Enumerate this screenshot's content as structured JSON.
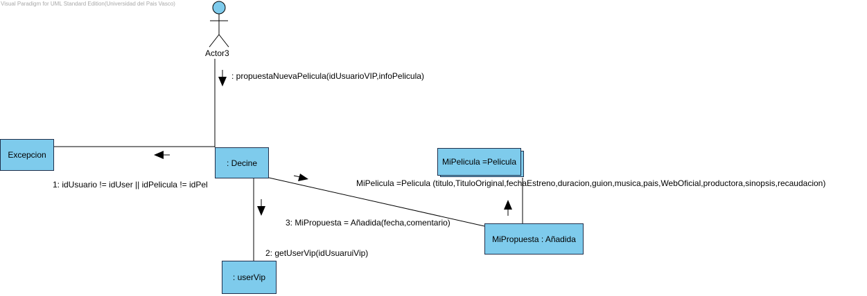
{
  "watermark": "Visual Paradigm for UML Standard Edition(Universidad del Pais Vasco)",
  "colors": {
    "node_fill": "#7ecbec",
    "node_border": "#1e2e4a",
    "actor_fill": "#7ecbec",
    "line": "#000000"
  },
  "actor": {
    "name": "Actor3"
  },
  "objects": {
    "decine": ": Decine",
    "excepcion": "Excepcion",
    "uservip": ": userVip",
    "mipelicula": "MiPelicula =Pelicula",
    "mipropuesta": "MiPropuesta : Añadida"
  },
  "messages": {
    "actor_to_decine": ": propuestaNuevaPelicula(idUsuarioVIP,infoPelicula)",
    "decine_to_excepcion": "1: idUsuario != idUser || idPelicula != idPel",
    "decine_to_uservip": "2: getUserVip(idUsuaruiVip)",
    "decine_to_mipropuesta": "3: MiPropuesta = Añadida(fecha,comentario)",
    "mipropuesta_to_mipelicula": "MiPelicula =Pelicula (titulo,TituloOriginal,fechaEstreno,duracion,guion,musica,pais,WebOficial,productora,sinopsis,recaudacion)"
  }
}
